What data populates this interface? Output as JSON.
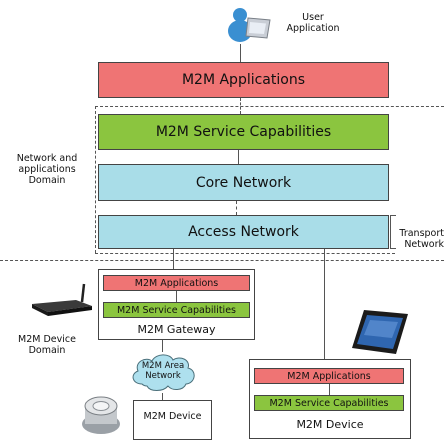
{
  "user_application": {
    "line1": "User",
    "line2": "Application"
  },
  "domains": {
    "network_line1": "Network and",
    "network_line2": "applications",
    "network_line3": "Domain",
    "transport_line1": "Transport",
    "transport_line2": "Network",
    "device_line1": "M2M Device",
    "device_line2": "Domain"
  },
  "layers": {
    "applications": "M2M Applications",
    "service_capabilities": "M2M Service Capabilities",
    "core_network": "Core Network",
    "access_network": "Access Network"
  },
  "gateway": {
    "applications": "M2M Applications",
    "service_capabilities": "M2M Service Capabilities",
    "title": "M2M Gateway"
  },
  "area_network": {
    "line1": "M2M Area",
    "line2": "Network"
  },
  "small_device": {
    "title": "M2M Device"
  },
  "device": {
    "applications": "M2M Applications",
    "service_capabilities": "M2M Service Capabilities",
    "title": "M2M Device"
  },
  "colors": {
    "applications": "#ef7474",
    "service_capabilities": "#8bc53f",
    "network": "#a9dde8",
    "cloud": "#aee0ee"
  }
}
